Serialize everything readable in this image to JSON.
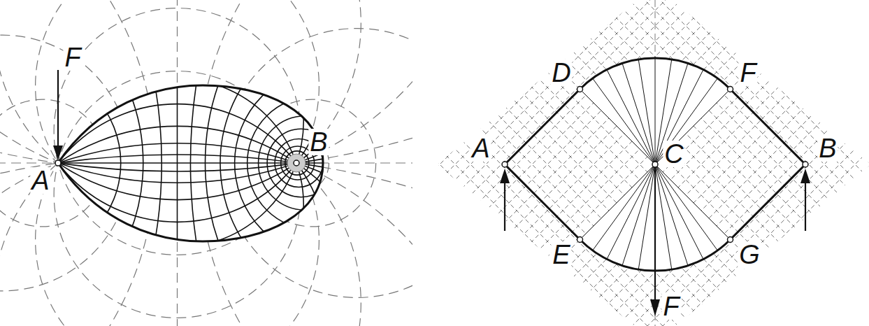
{
  "diagram": {
    "labels": [
      "F",
      "A",
      "B",
      "D",
      "F",
      "A",
      "C",
      "B",
      "E",
      "G",
      "F"
    ]
  }
}
